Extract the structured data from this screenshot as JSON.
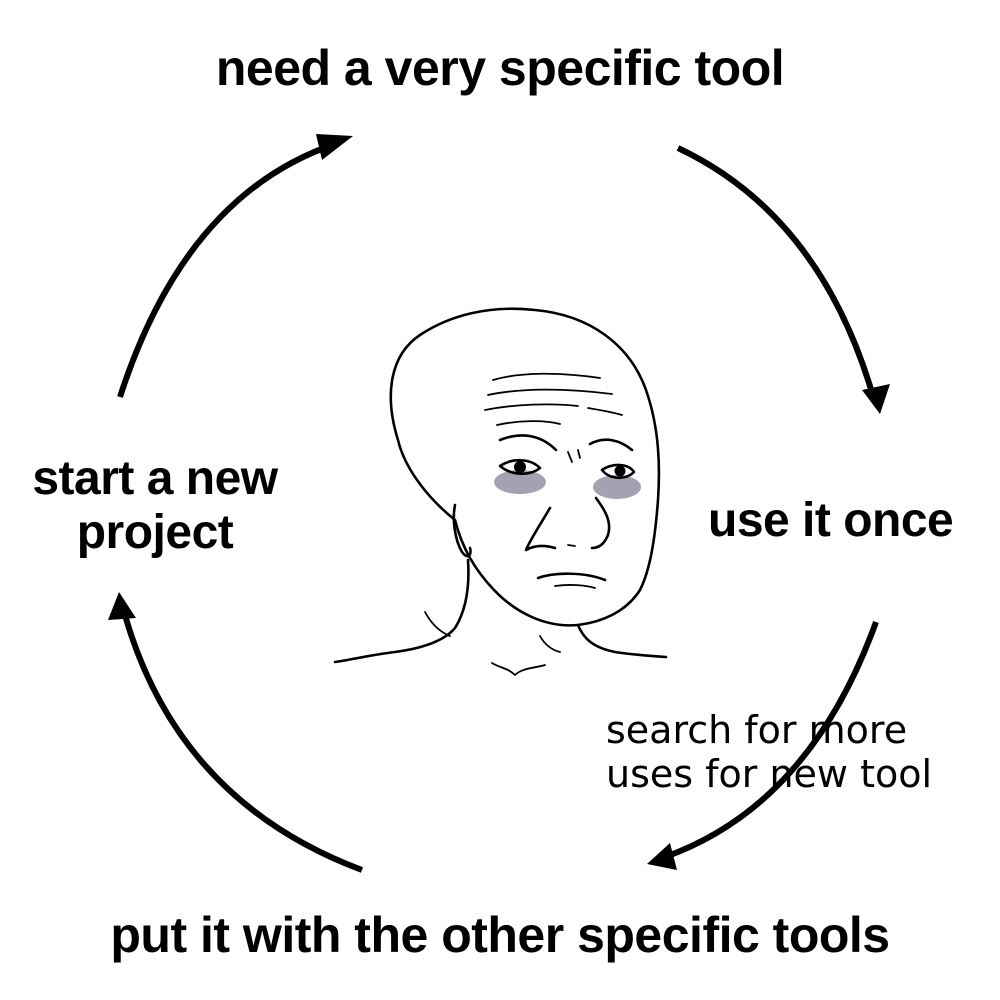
{
  "diagram": {
    "top_label": "need a very specific tool",
    "right_label": "use it once",
    "bottom_label": "put it with the other specific tools",
    "left_label_line1": "start a new",
    "left_label_line2": "project",
    "side_note_line1": "search for more",
    "side_note_line2": "uses for new tool"
  },
  "colors": {
    "background": "#ffffff",
    "ink": "#000000",
    "eye_shadow": "#5a5470"
  },
  "icons": {
    "center": "sad-wojak-face-icon"
  }
}
